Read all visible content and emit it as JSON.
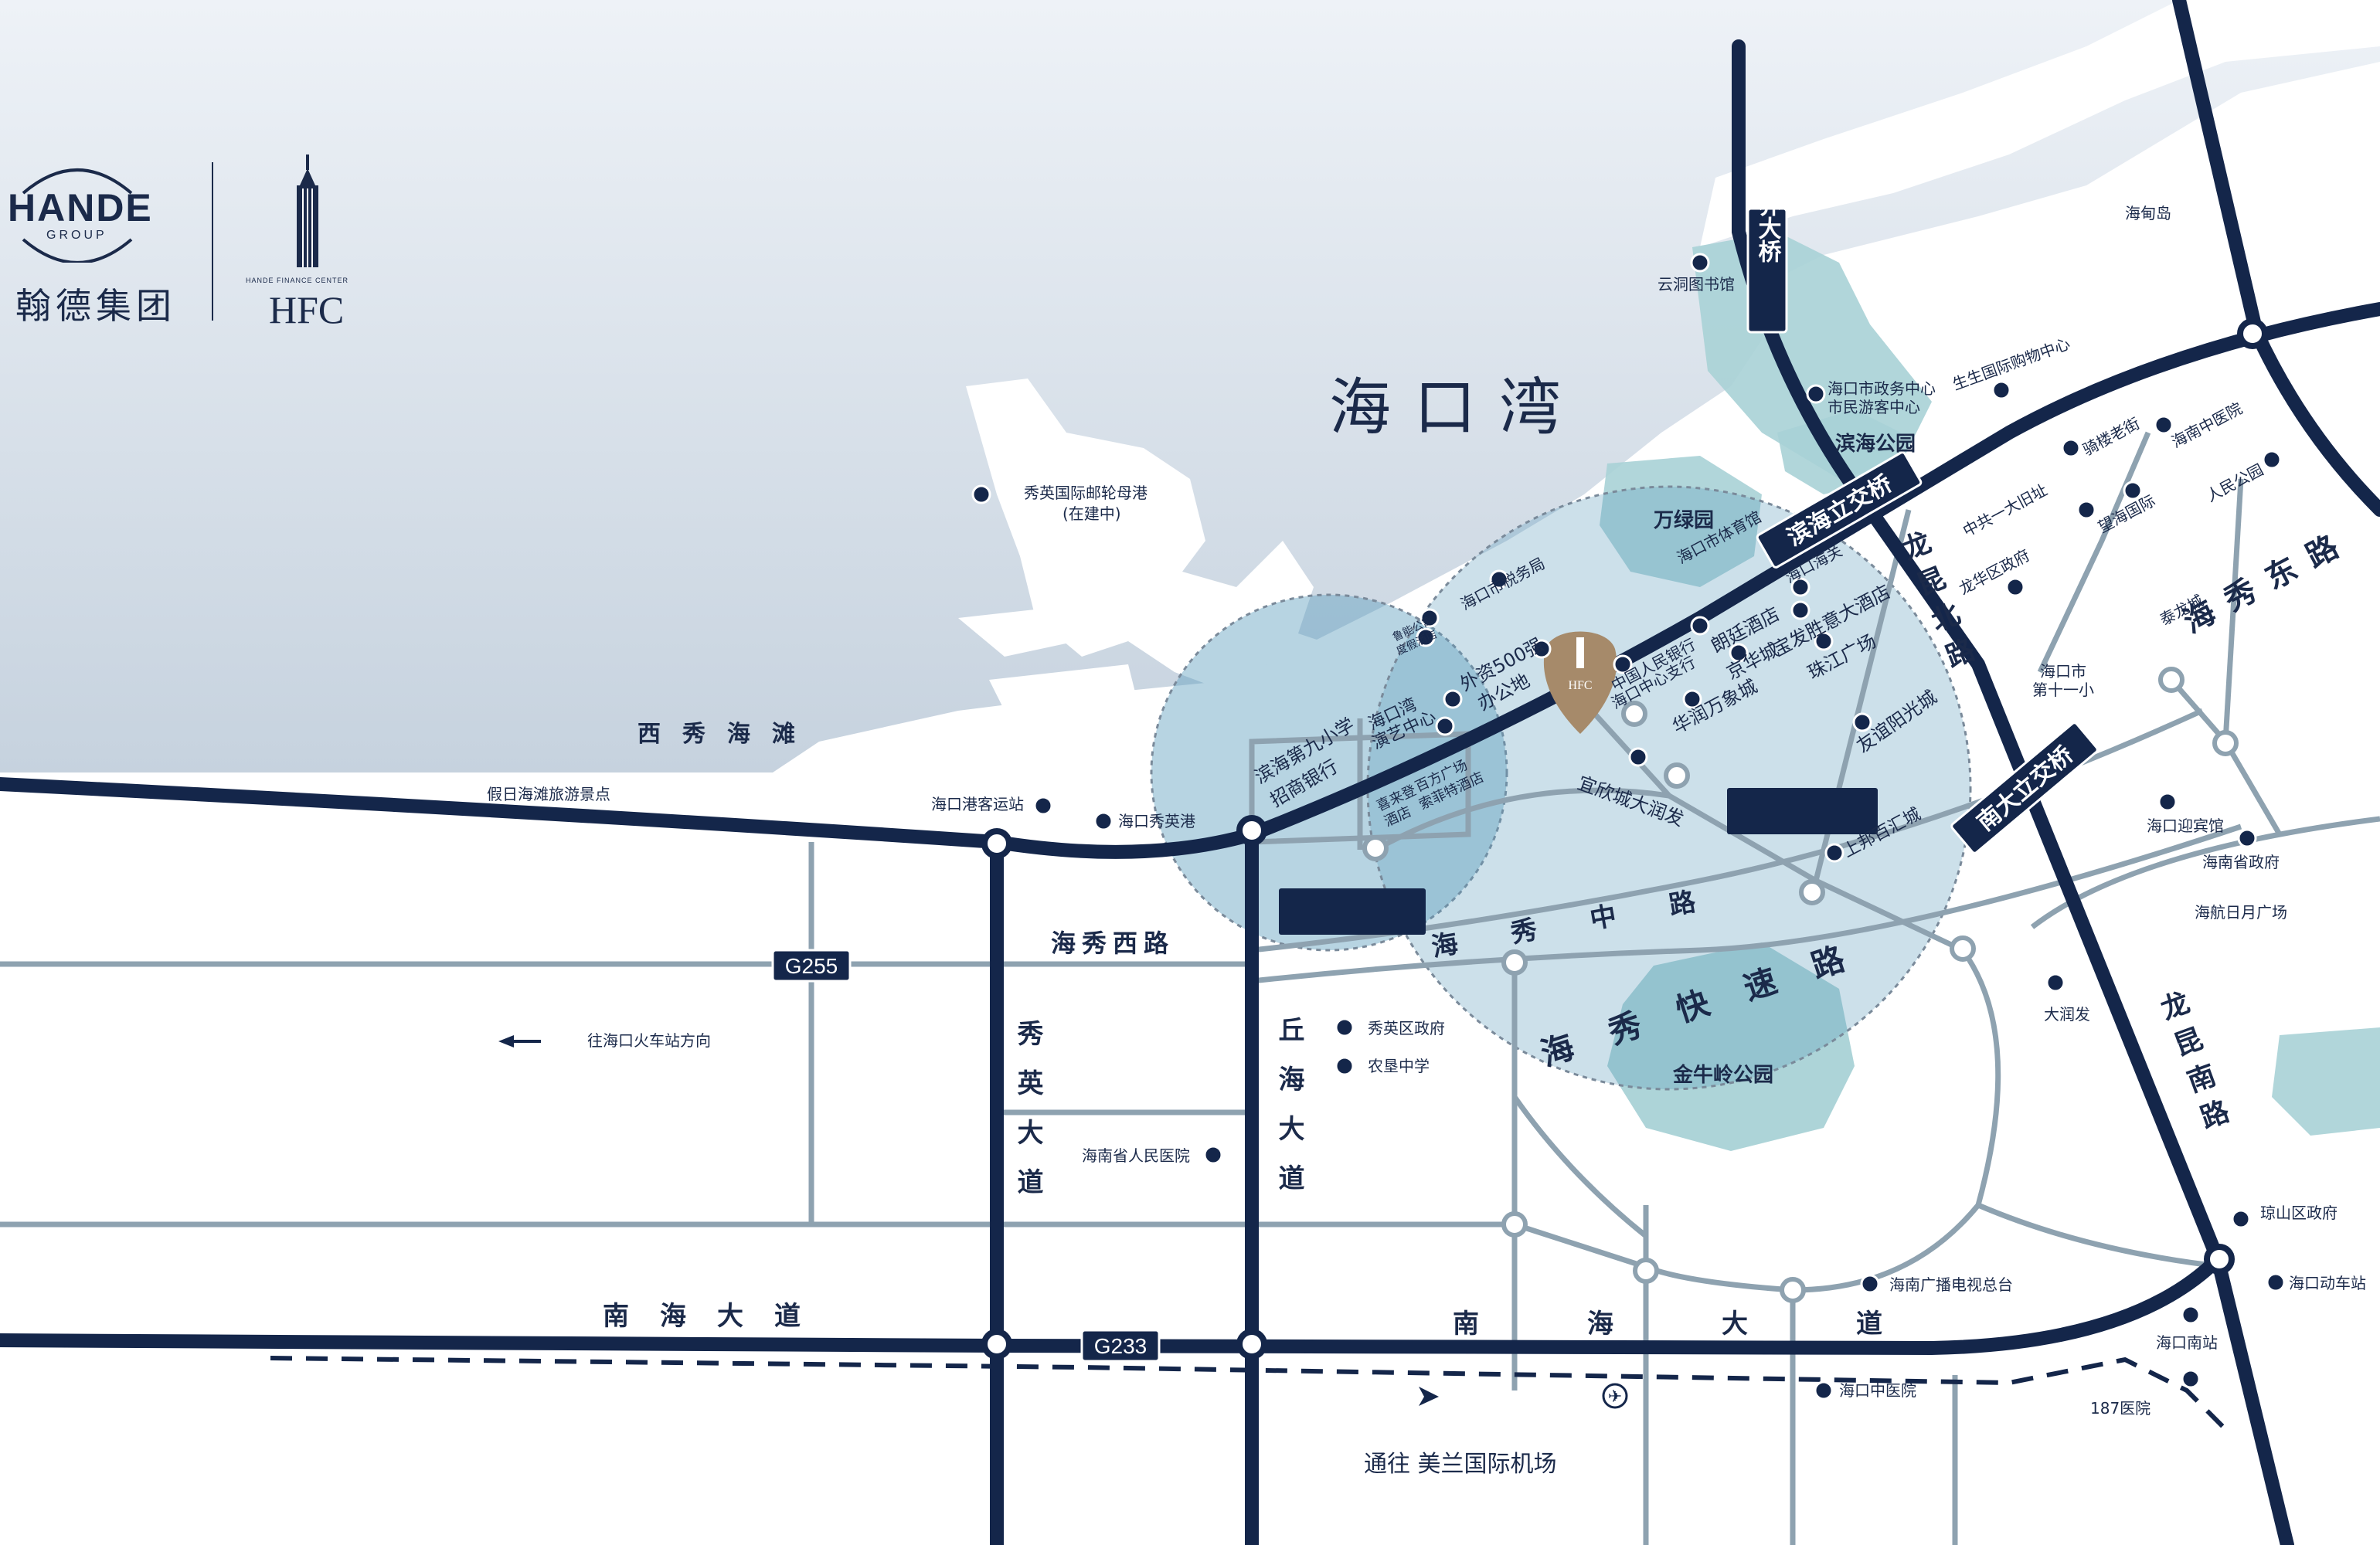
{
  "brand": {
    "group_name": "HANDE",
    "group_sub": "GROUP",
    "group_cn": "翰德集团",
    "hfc_small": "HANDE FINANCE CENTER",
    "hfc": "HFC",
    "marker_text": "HFC"
  },
  "colors": {
    "road": "#14264a",
    "sea_top": "#9fb3c9",
    "land": "#ffffff",
    "green": "#a9d2d6",
    "circle_fill": "#6aa8c6",
    "minor_road": "#8ea2b0",
    "marker": "#a68a6a"
  },
  "places": {
    "bay": "海口湾",
    "xixiu_beach": "西秀海滩",
    "beach_resort": "假日海滩旅游景点",
    "cruise_port": "秀英国际邮轮母港",
    "cruise_port_note": "(在建中)",
    "ferry": "海口港客运站",
    "xiuying_port": "海口秀英港",
    "to_station": "往海口火车站方向",
    "xiuying_gov": "秀英区政府",
    "nongken_school": "农垦中学",
    "hainan_hospital": "海南省人民医院",
    "wanlv": "万绿园",
    "binhai_park": "滨海公园",
    "yundong_lib": "云洞图书馆",
    "haidian": "海甸岛",
    "gov_center": "海口市政务中心",
    "citizen_center": "市民游客中心",
    "sheng_mall": "生生国际购物中心",
    "sports": "海口市体育馆",
    "tax": "海口市税务局",
    "customs": "海口海关",
    "langting": "朗廷酒店",
    "baofa": "宝发胜意大酒店",
    "jinghua": "京华城",
    "zhujiang": "珠江广场",
    "peoples_bank": "中国人民银行",
    "haikou_center": "海口中心支行",
    "huarun": "华润万象城",
    "youyi": "友谊阳光城",
    "yixin": "宜欣城大润发",
    "shangbang": "上邦百汇城",
    "waizi": "外资500强",
    "office": "办公地",
    "binhai_school": "滨海第九小学",
    "merchants_bank": "招商银行",
    "yanyi": "海口湾",
    "yanyi2": "演艺中心",
    "xiangri": "喜来登",
    "xiangri2": "酒店",
    "bailuo": "百方广场",
    "bailuo2": "索菲特酒店",
    "yuzhou": "鲁能公寓",
    "yuzhou2": "度假酒店",
    "qilou": "骑楼老街",
    "zhonggong": "中共一大旧址",
    "longhua_gov": "龙华区政府",
    "wanghai": "望海国际",
    "zhongyi": "海南中医院",
    "renmin_park": "人民公园",
    "tailong": "泰龙城",
    "school11": "海口市",
    "school11b": "第十一小",
    "yingbin": "海口迎宾馆",
    "province_gov": "海南省政府",
    "riyue": "海航日月广场",
    "darunfa": "大润发",
    "jinniu": "金牛岭公园",
    "qiongshan": "琼山区政府",
    "dongche": "海口动车站",
    "nanzhan": "海口南站",
    "hospital187": "187医院",
    "tv": "海南广播电视总台",
    "zhongyiyuan": "海口中医院",
    "airport": "通往  美兰国际机场"
  },
  "roads": {
    "shijie": "世界大桥",
    "binhai_bridge": "滨海立交桥",
    "longkun_north": "龙昆北路",
    "nanda_bridge": "南大立交桥",
    "haixiu_east": "海秀东路",
    "haixiu_west": "海秀西路",
    "haixiu_mid": "海秀中路",
    "haixiu_fast": "海秀快速路",
    "xiuying": "秀英大道",
    "qiuhai": "丘海大道",
    "nanhai_w": "南海大道",
    "nanhai_e": "南海大道",
    "longkun_south": "龙昆南路",
    "g255": "G255",
    "g233": "G233"
  }
}
